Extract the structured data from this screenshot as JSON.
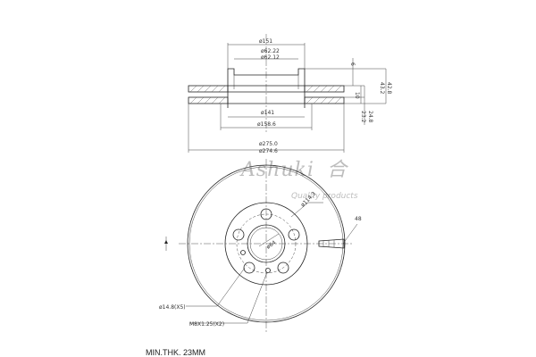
{
  "section_dims": {
    "d151": "ø151",
    "d62_22": "ø62.22",
    "d62_12": "ø62.12",
    "d141": "ø141",
    "d158_6": "ø158.6",
    "d275_0": "ø275.0",
    "d274_6": "ø274.6",
    "h6": "6",
    "h10": "10",
    "h43_2": "43.2",
    "h42_8": "42.8",
    "h23_2": "23.2",
    "h24_8": "24.8"
  },
  "front_dims": {
    "pcd": "ø114.3",
    "hub_bore": "ø64",
    "vent": "48",
    "stud_holes": "ø14.8(X5)",
    "thread": "M8X1.25(X2)"
  },
  "watermark": {
    "brand": "Ashuki",
    "tagline": "Quality products"
  },
  "min_thickness": "MIN.THK. 23MM"
}
